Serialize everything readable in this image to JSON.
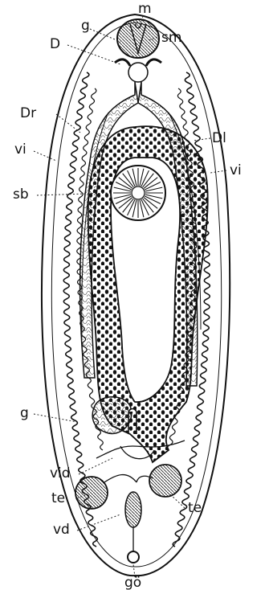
{
  "labels": {
    "m": "m",
    "g_top": "g",
    "sm": "sm",
    "D": "D",
    "Dr": "Dr",
    "Dl": "Dl",
    "vi_left": "vi",
    "vi_right": "vi",
    "sb": "sb",
    "g_bottom": "g",
    "vid": "vid",
    "te_left": "te",
    "te_right": "te",
    "vd": "vd",
    "go": "gö"
  },
  "colors": {
    "ink": "#111111",
    "paper": "#ffffff"
  }
}
